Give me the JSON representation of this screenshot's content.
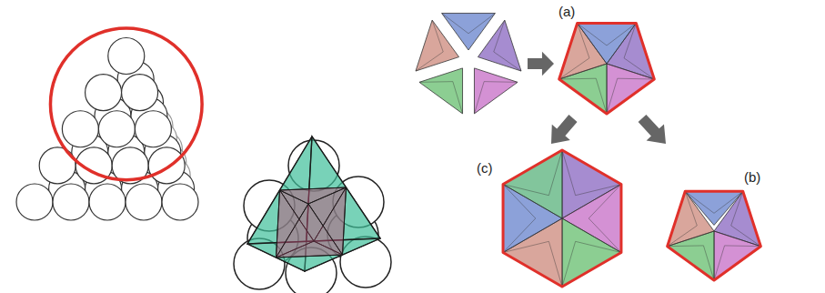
{
  "diagram": {
    "labels": [
      "(a)",
      "(c)",
      "(b)"
    ]
  }
}
